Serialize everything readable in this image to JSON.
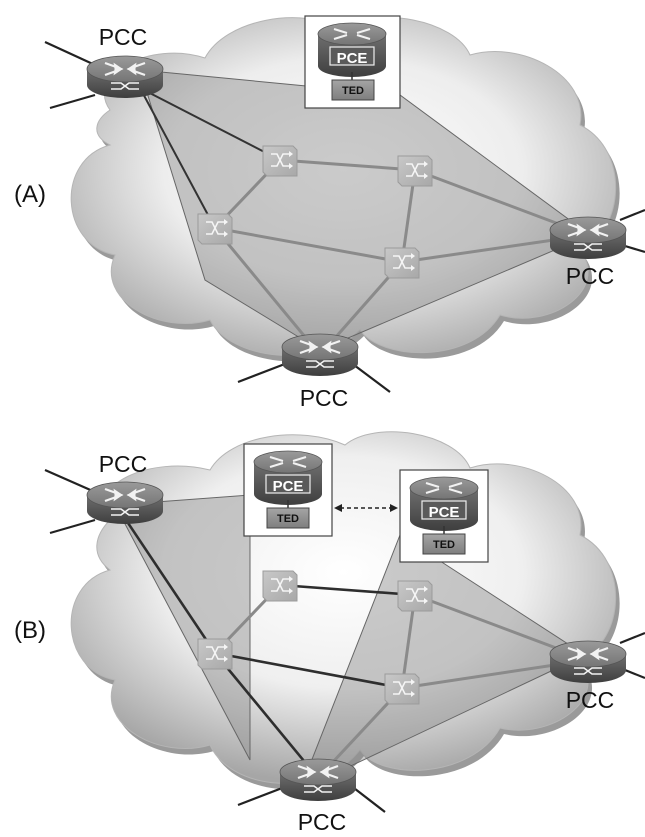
{
  "diagram": {
    "panels": [
      {
        "label": "(A)",
        "pcc_labels": [
          "PCC",
          "PCC",
          "PCC"
        ],
        "pce": {
          "label": "PCE",
          "ted": "TED"
        }
      },
      {
        "label": "(B)",
        "pcc_labels": [
          "PCC",
          "PCC",
          "PCC"
        ],
        "pces": [
          {
            "label": "PCE",
            "ted": "TED"
          },
          {
            "label": "PCE",
            "ted": "TED"
          }
        ]
      }
    ]
  }
}
